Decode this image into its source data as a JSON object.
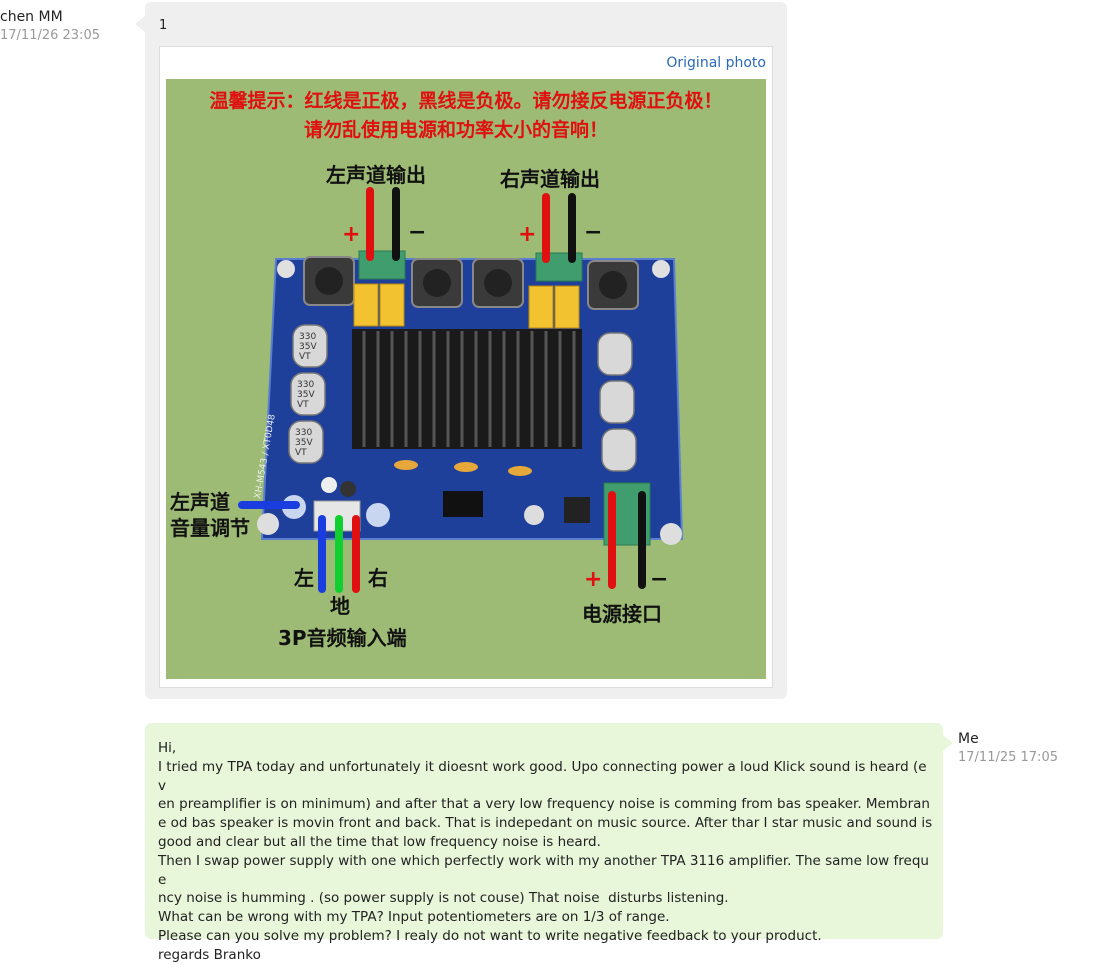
{
  "incoming": {
    "sender_name": "chen MM",
    "timestamp": "17/11/26 23:05",
    "message_text": "1",
    "photo": {
      "original_link_label": "Original photo",
      "warning_line1": "温馨提示：红线是正极，黑线是负极。请勿接反电源正负极！",
      "warning_line2": "请勿乱使用电源和功率太小的音响！",
      "left_output_label": "左声道输出",
      "right_output_label": "右声道输出",
      "plus_sign": "+",
      "minus_sign": "−",
      "left_volume_label_line1": "左声道",
      "left_volume_label_line2": "音量调节",
      "input_left_label": "左",
      "input_right_label": "右",
      "input_ground_label": "地",
      "input_port_label": "3P音频输入端",
      "power_port_label": "电源接口",
      "capacitor_markings": [
        "330",
        "35V",
        "VT"
      ],
      "board_silkscreen": "XH-M543 / XT0D48",
      "colors": {
        "warning_red": "#e01010",
        "board_blue": "#1e3f9a",
        "heatsink": "#1a1a1a",
        "background_green": "#9dbb75"
      }
    }
  },
  "outgoing": {
    "sender_name": "Me",
    "timestamp": "17/11/25 17:05",
    "lines": [
      "Hi,",
      "I tried my TPA today and unfortunately it dioesnt work good. Upo connecting power a loud Klick sound is heard (ev",
      "en preamplifier is on minimum) and after that a very low frequency noise is comming from bas speaker. Membran",
      "e od bas speaker is movin front and back. That is indepedant on music source. After thar I star music and sound is",
      "good and clear but all the time that low frequency noise is heard.",
      "Then I swap power supply with one which perfectly work with my another TPA 3116 amplifier. The same low freque",
      "ncy noise is humming . (so power supply is not couse) That noise  disturbs listening.",
      "What can be wrong with my TPA? Input potentiometers are on 1/3 of range.",
      "Please can you solve my problem? I realy do not want to write negative feedback to your product.",
      "regards Branko"
    ]
  }
}
